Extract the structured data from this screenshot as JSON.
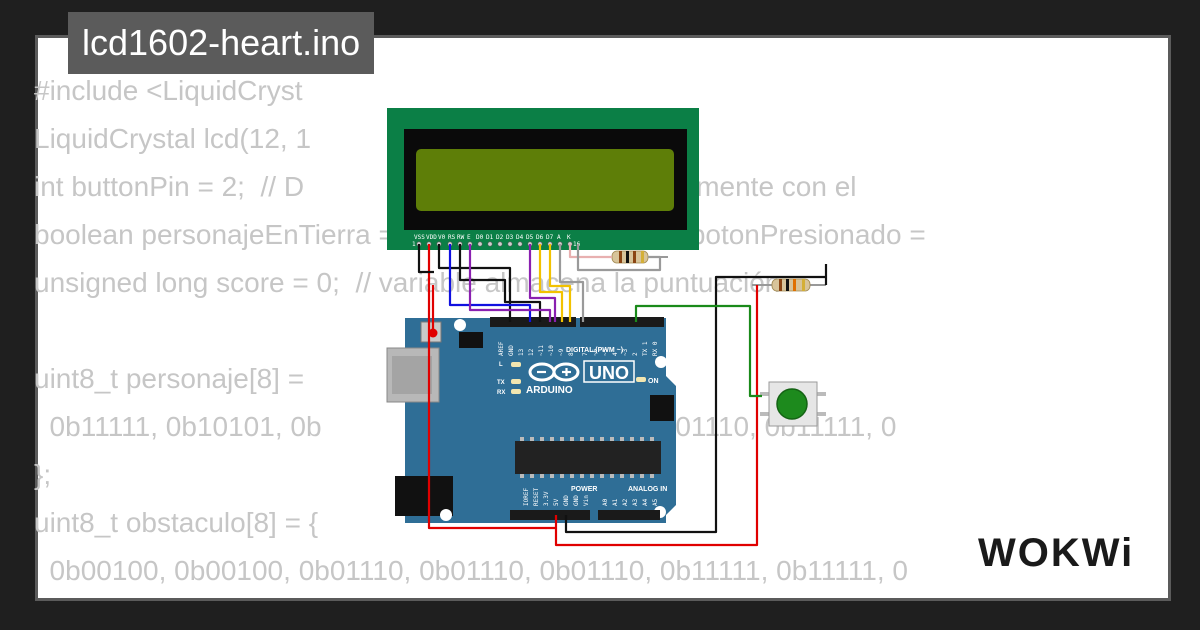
{
  "title": "lcd1602-heart.ino",
  "code_lines": [
    "#include <LiquidCryst",
    "LiquidCrystal lcd(12, 1",
    "int buttonPin = 2;  // D                          conecta directamente con el",
    "boolean personajeEnTierra = true, playState = false, botonPresionado =",
    "unsigned long score = 0;  // variable almacena la puntuación",
    "",
    "uint8_t personaje[8] =",
    "  0b11111, 0b10101, 0b                          0b01110, 0b01110, 0b11111, 0",
    "};",
    "uint8_t obstaculo[8] = {",
    "  0b00100, 0b00100, 0b01110, 0b01110, 0b01110, 0b11111, 0b11111, 0"
  ],
  "lcd": {
    "pin_labels": [
      "VSS",
      "VDD",
      "V0",
      "RS",
      "RW",
      "E",
      "D0",
      "D1",
      "D2",
      "D3",
      "D4",
      "D5",
      "D6",
      "D7",
      "A",
      "K"
    ],
    "pin_first": "1",
    "pin_last": "16"
  },
  "arduino": {
    "model": "UNO",
    "brand": "ARDUINO",
    "digital_header": "DIGITAL (PWM ~)",
    "power_header": "POWER",
    "analog_header": "ANALOG IN",
    "on_label": "ON",
    "l_label": "L",
    "tx_label": "TX",
    "rx_label": "RX",
    "top_pin_labels": [
      "AREF",
      "GND",
      "13",
      "12",
      "~11",
      "~10",
      "~9",
      "8",
      "7",
      "~6",
      "~5",
      "4",
      "~3",
      "2",
      "TX 1",
      "RX 0"
    ],
    "power_pin_labels": [
      "IOREF",
      "RESET",
      "3.3V",
      "5V",
      "GND",
      "GND",
      "Vin"
    ],
    "analog_pin_labels": [
      "A0",
      "A1",
      "A2",
      "A3",
      "A4",
      "A5"
    ]
  },
  "brand_logo": "WOKWi",
  "colors": {
    "background": "#1f1f1f",
    "card": "#ffffff",
    "title_bar": "#5b5b5b",
    "code_text": "#c6c6c6",
    "lcd_pcb": "#0b7f46",
    "lcd_screen": "#5e7e08",
    "arduino_board": "#2f6e96",
    "button_cap": "#1d8a1d",
    "wire_red": "#e00000",
    "wire_black": "#111111",
    "wire_green": "#1a8a1a",
    "wire_blue": "#1010e0",
    "wire_purple": "#8a20b0",
    "wire_yellow": "#f2c200",
    "wire_gray": "#9a9a9a"
  }
}
